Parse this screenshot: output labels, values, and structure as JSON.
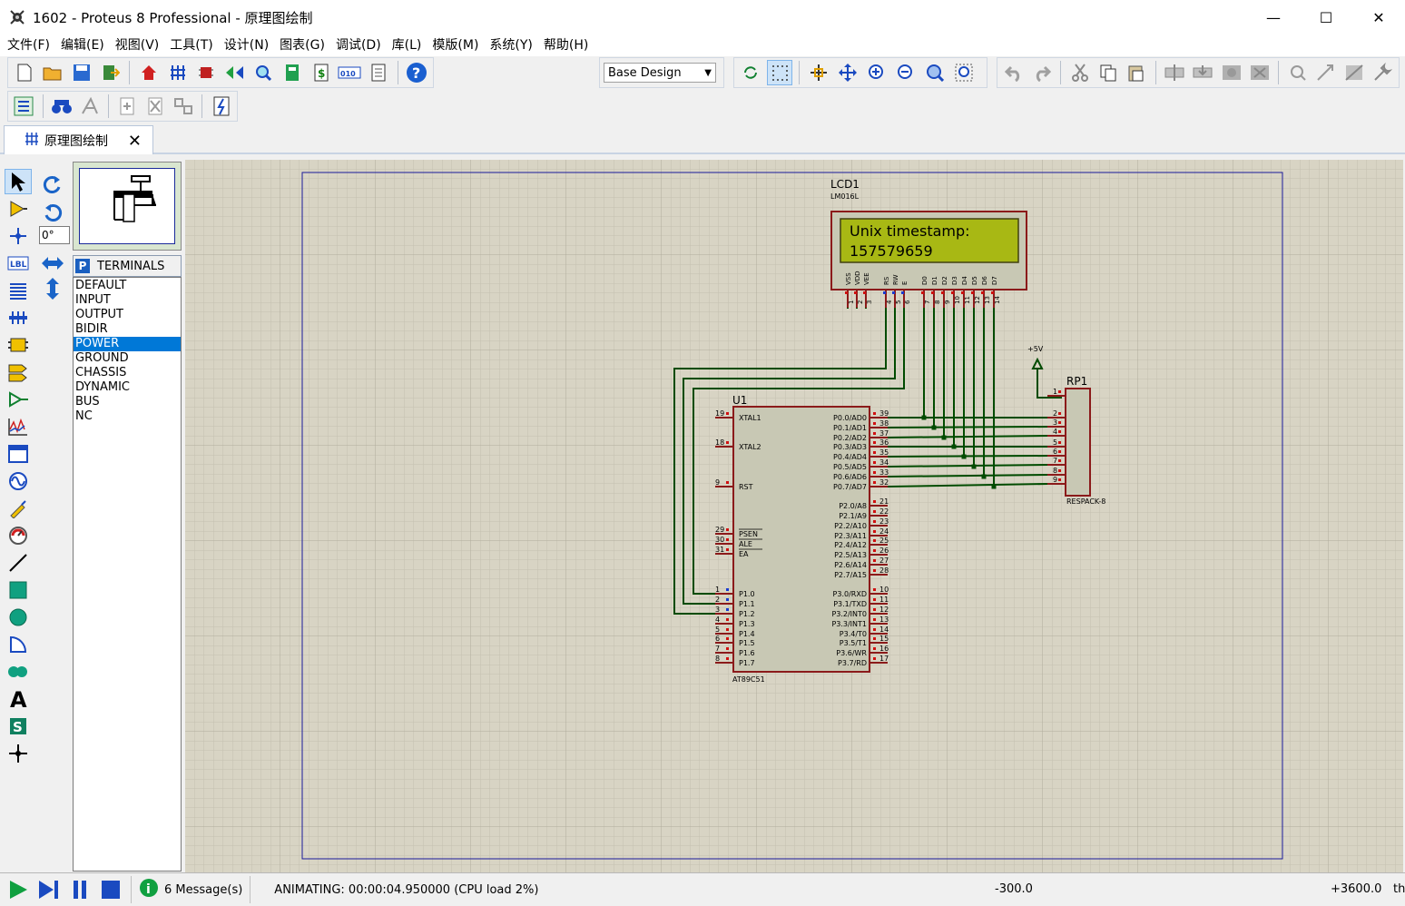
{
  "window": {
    "title": "1602 - Proteus 8 Professional - 原理图绘制",
    "minimize": "—",
    "maximize": "☐",
    "close": "✕"
  },
  "menu": [
    "文件(F)",
    "编辑(E)",
    "视图(V)",
    "工具(T)",
    "设计(N)",
    "图表(G)",
    "调试(D)",
    "库(L)",
    "模版(M)",
    "系统(Y)",
    "帮助(H)"
  ],
  "design_select": "Base Design",
  "tab": {
    "label": "原理图绘制",
    "close": "✕"
  },
  "rotation_angle": "0°",
  "object_panel": {
    "button": "P",
    "title": "TERMINALS",
    "items": [
      "DEFAULT",
      "INPUT",
      "OUTPUT",
      "BIDIR",
      "POWER",
      "GROUND",
      "CHASSIS",
      "DYNAMIC",
      "BUS",
      "NC"
    ],
    "selected": "POWER"
  },
  "schematic": {
    "lcd": {
      "ref": "LCD1",
      "part": "LM016L",
      "line1": "Unix timestamp:",
      "line2": "157579659",
      "pins": [
        "VSS",
        "VDD",
        "VEE",
        "RS",
        "RW",
        "E",
        "D0",
        "D1",
        "D2",
        "D3",
        "D4",
        "D5",
        "D6",
        "D7"
      ],
      "pin_numbers": [
        "1",
        "2",
        "3",
        "4",
        "5",
        "6",
        "7",
        "8",
        "9",
        "10",
        "11",
        "12",
        "13",
        "14"
      ]
    },
    "mcu": {
      "ref": "U1",
      "part": "AT89C51",
      "left_pins": [
        {
          "num": "19",
          "name": "XTAL1"
        },
        {
          "num": "18",
          "name": "XTAL2"
        },
        {
          "num": "9",
          "name": "RST"
        },
        {
          "num": "29",
          "name": "PSEN"
        },
        {
          "num": "30",
          "name": "ALE"
        },
        {
          "num": "31",
          "name": "EA"
        },
        {
          "num": "1",
          "name": "P1.0"
        },
        {
          "num": "2",
          "name": "P1.1"
        },
        {
          "num": "3",
          "name": "P1.2"
        },
        {
          "num": "4",
          "name": "P1.3"
        },
        {
          "num": "5",
          "name": "P1.4"
        },
        {
          "num": "6",
          "name": "P1.5"
        },
        {
          "num": "7",
          "name": "P1.6"
        },
        {
          "num": "8",
          "name": "P1.7"
        }
      ],
      "right_pins": [
        {
          "num": "39",
          "name": "P0.0/AD0"
        },
        {
          "num": "38",
          "name": "P0.1/AD1"
        },
        {
          "num": "37",
          "name": "P0.2/AD2"
        },
        {
          "num": "36",
          "name": "P0.3/AD3"
        },
        {
          "num": "35",
          "name": "P0.4/AD4"
        },
        {
          "num": "34",
          "name": "P0.5/AD5"
        },
        {
          "num": "33",
          "name": "P0.6/AD6"
        },
        {
          "num": "32",
          "name": "P0.7/AD7"
        },
        {
          "num": "21",
          "name": "P2.0/A8"
        },
        {
          "num": "22",
          "name": "P2.1/A9"
        },
        {
          "num": "23",
          "name": "P2.2/A10"
        },
        {
          "num": "24",
          "name": "P2.3/A11"
        },
        {
          "num": "25",
          "name": "P2.4/A12"
        },
        {
          "num": "26",
          "name": "P2.5/A13"
        },
        {
          "num": "27",
          "name": "P2.6/A14"
        },
        {
          "num": "28",
          "name": "P2.7/A15"
        },
        {
          "num": "10",
          "name": "P3.0/RXD"
        },
        {
          "num": "11",
          "name": "P3.1/TXD"
        },
        {
          "num": "12",
          "name": "P3.2/INT0"
        },
        {
          "num": "13",
          "name": "P3.3/INT1"
        },
        {
          "num": "14",
          "name": "P3.4/T0"
        },
        {
          "num": "15",
          "name": "P3.5/T1"
        },
        {
          "num": "16",
          "name": "P3.6/WR"
        },
        {
          "num": "17",
          "name": "P3.7/RD"
        }
      ]
    },
    "rp": {
      "ref": "RP1",
      "part": "RESPACK-8",
      "pin_numbers": [
        "1",
        "2",
        "3",
        "4",
        "5",
        "6",
        "7",
        "8",
        "9"
      ]
    },
    "power_label": "+5V"
  },
  "status": {
    "messages": "6 Message(s)",
    "animating": "ANIMATING: 00:00:04.950000 (CPU load 2%)",
    "coord_x": "-300.0",
    "coord_y": "+3600.0",
    "unit": "th"
  },
  "colors": {
    "wire": "#004b00",
    "component_body": "#c8c8b4",
    "component_border": "#8b1a1a",
    "pin_red": "#d01010",
    "lcd_screen": "#a8b814",
    "sheet_border": "#1a1a9a",
    "grid_bg": "#d8d4c4"
  }
}
